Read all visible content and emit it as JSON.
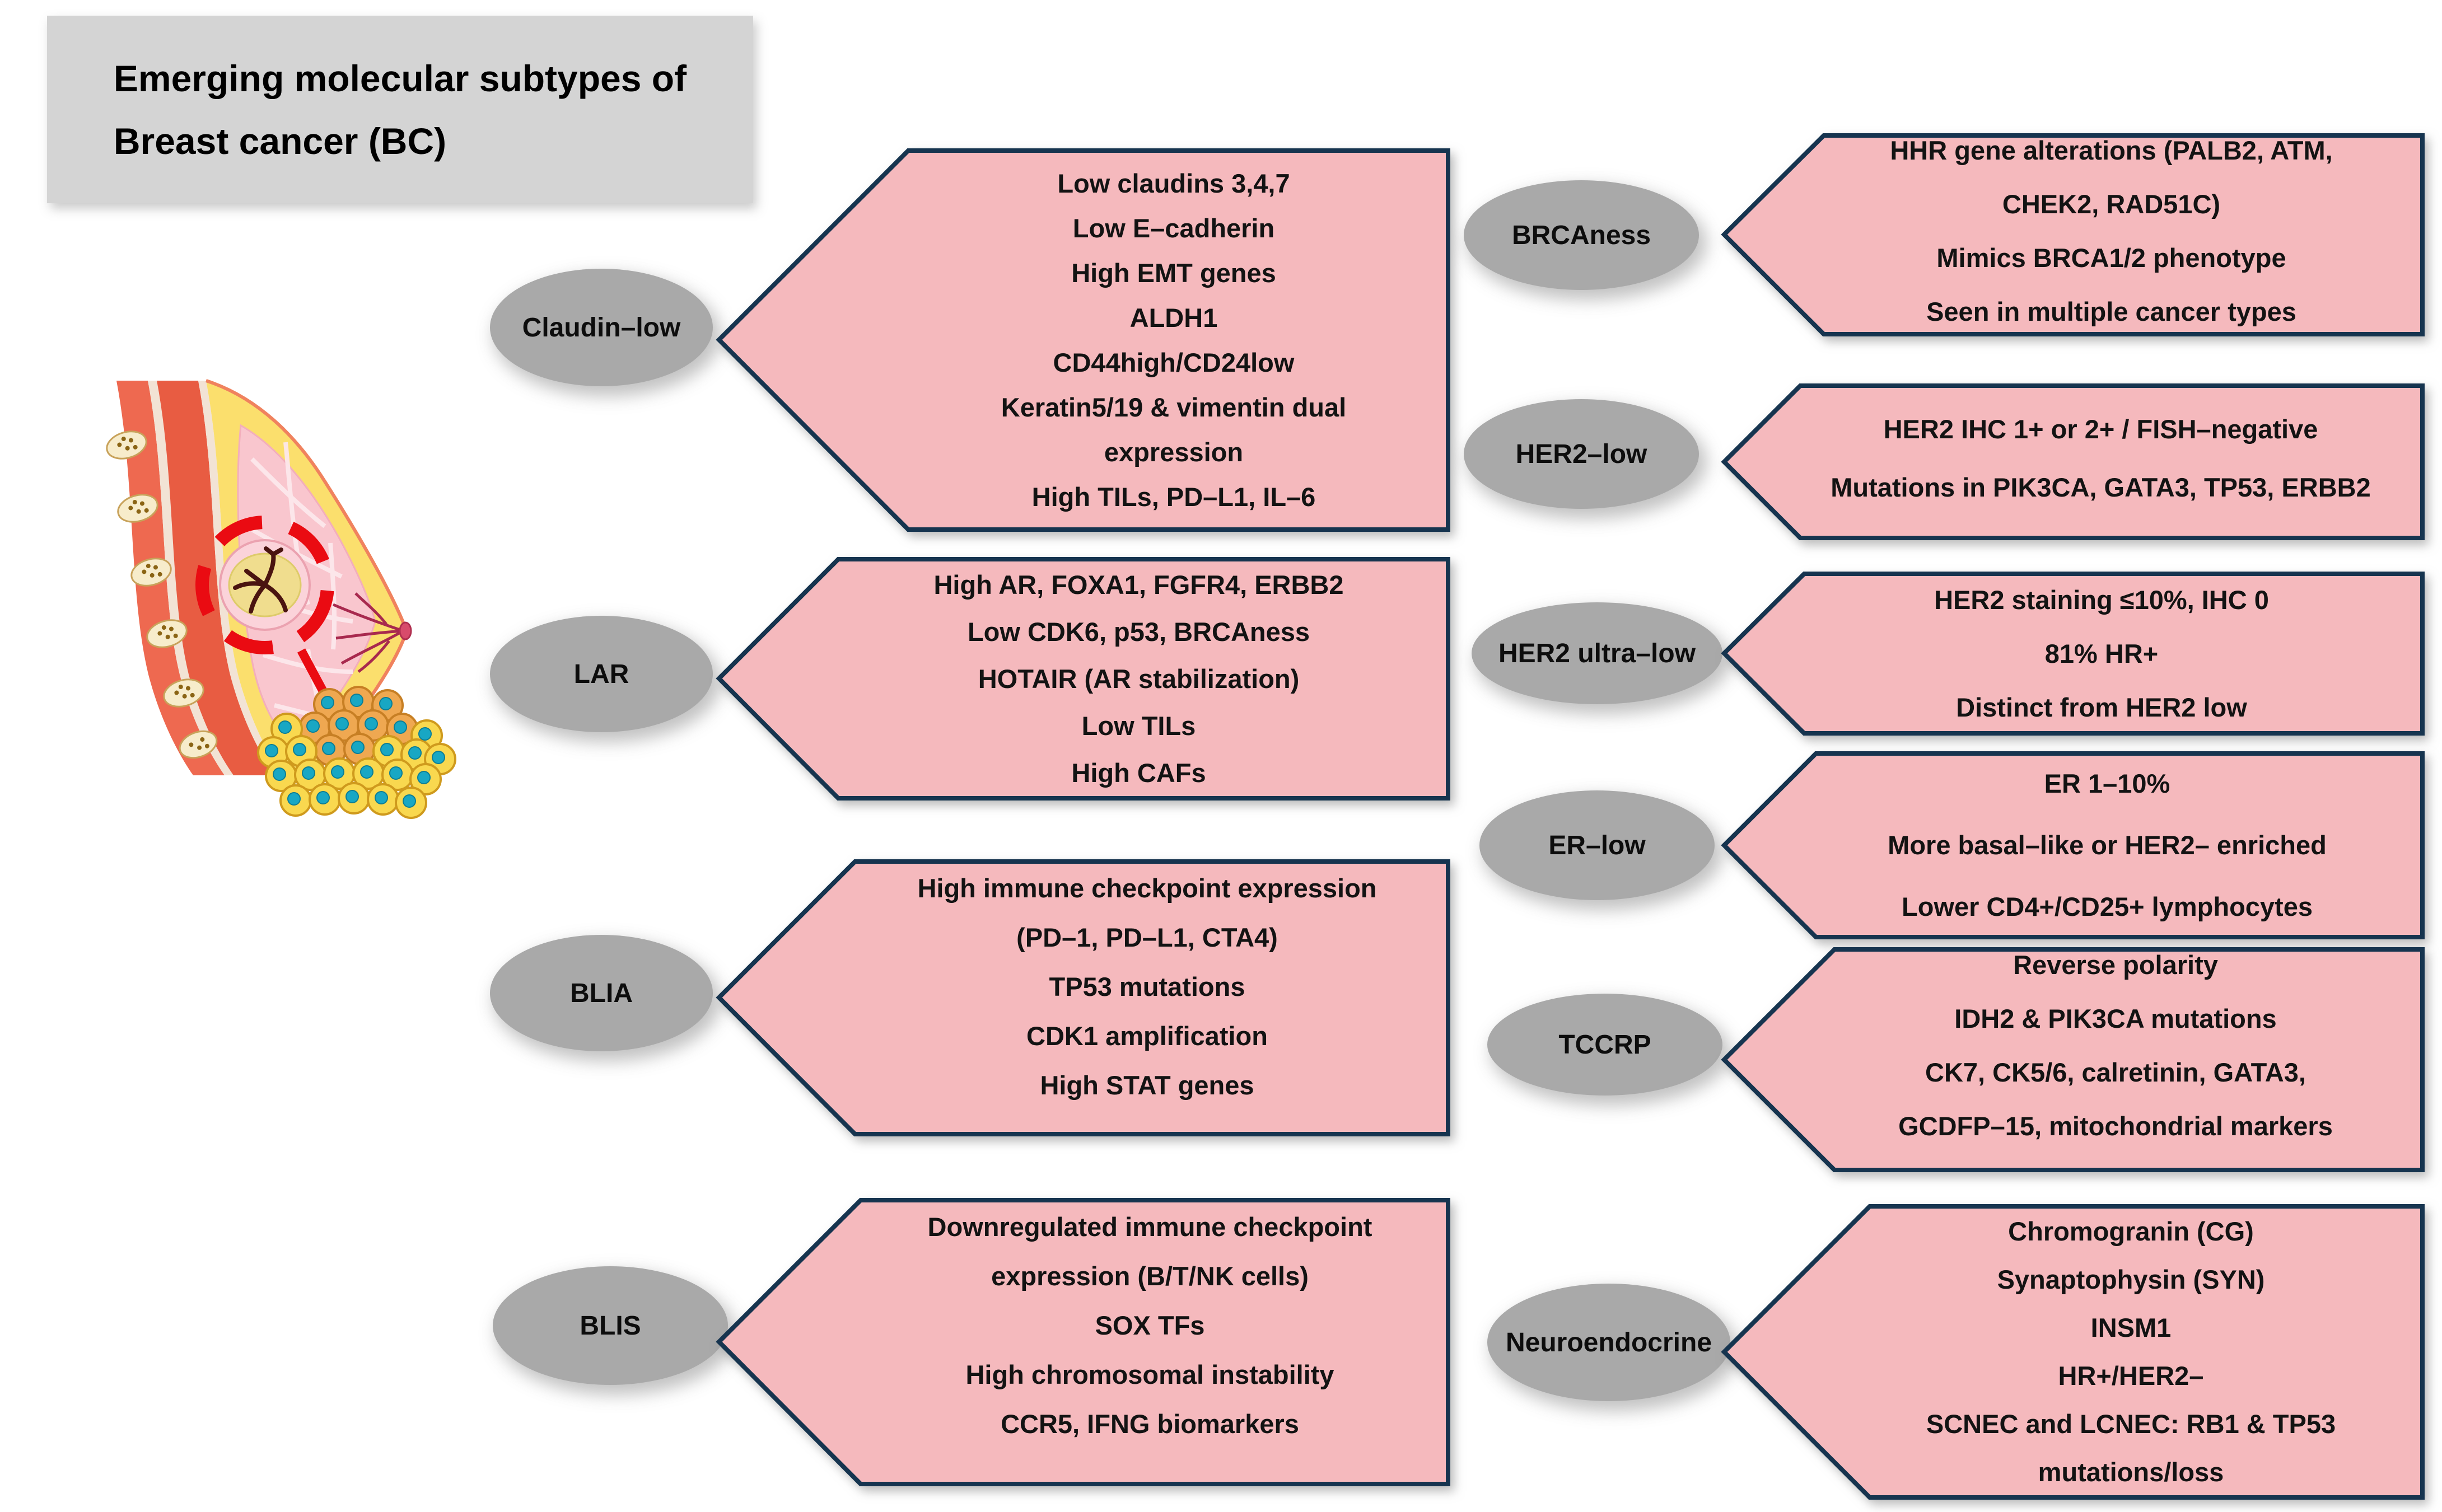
{
  "title": {
    "lines": [
      "Emerging molecular subtypes of",
      "Breast cancer (BC)"
    ]
  },
  "colors": {
    "box_fill": "#f5b9bd",
    "box_border": "#16344f",
    "ellipse_fill": "#a9a9a9",
    "title_bg": "#d4d4d4",
    "highlight_red": "#ea0b12"
  },
  "illustration": {
    "name": "breast-cross-section-with-tumor-and-cancer-cells"
  },
  "subtypes": [
    {
      "id": "claudin-low",
      "label": "Claudin–low",
      "lines": [
        "Low claudins 3,4,7",
        "Low E–cadherin",
        "High EMT genes",
        "ALDH1",
        "CD44high/CD24low",
        "Keratin5/19 & vimentin dual",
        "expression",
        "High TILs, PD–L1, IL–6"
      ]
    },
    {
      "id": "lar",
      "label": "LAR",
      "lines": [
        "High AR, FOXA1, FGFR4, ERBB2",
        "Low CDK6, p53, BRCAness",
        "HOTAIR (AR stabilization)",
        "Low TILs",
        "High CAFs"
      ]
    },
    {
      "id": "blia",
      "label": "BLIA",
      "lines": [
        "High immune checkpoint expression",
        "(PD–1, PD–L1, CTA4)",
        "TP53 mutations",
        "CDK1 amplification",
        "High STAT genes"
      ]
    },
    {
      "id": "blis",
      "label": "BLIS",
      "lines": [
        "Downregulated immune checkpoint",
        "expression (B/T/NK cells)",
        "SOX TFs",
        "High chromosomal instability",
        "CCR5, IFNG biomarkers"
      ]
    },
    {
      "id": "brcaness",
      "label": "BRCAness",
      "lines": [
        "HHR gene alterations (PALB2, ATM,",
        "CHEK2, RAD51C)",
        "Mimics BRCA1/2 phenotype",
        "Seen in multiple  cancer types"
      ]
    },
    {
      "id": "her2-low",
      "label": "HER2–low",
      "lines": [
        "HER2 IHC 1+ or 2+ / FISH–negative",
        "Mutations in PIK3CA, GATA3, TP53, ERBB2"
      ]
    },
    {
      "id": "her2-ultra-low",
      "label": "HER2 ultra–low",
      "lines": [
        "HER2 staining ≤10%, IHC 0",
        "81% HR+",
        "Distinct from HER2 low"
      ]
    },
    {
      "id": "er-low",
      "label": "ER–low",
      "lines": [
        "ER 1–10%",
        "More basal–like or HER2– enriched",
        "Lower CD4+/CD25+ lymphocytes"
      ]
    },
    {
      "id": "tccrp",
      "label": "TCCRP",
      "lines": [
        "Reverse polarity",
        "IDH2 & PIK3CA mutations",
        "CK7, CK5/6, calretinin, GATA3,",
        "GCDFP–15, mitochondrial markers"
      ]
    },
    {
      "id": "neuroendocrine",
      "label": "Neuroendocrine",
      "lines": [
        "Chromogranin (CG)",
        "Synaptophysin (SYN)",
        "INSM1",
        "HR+/HER2–",
        "SCNEC and LCNEC: RB1 & TP53",
        "mutations/loss"
      ]
    }
  ]
}
